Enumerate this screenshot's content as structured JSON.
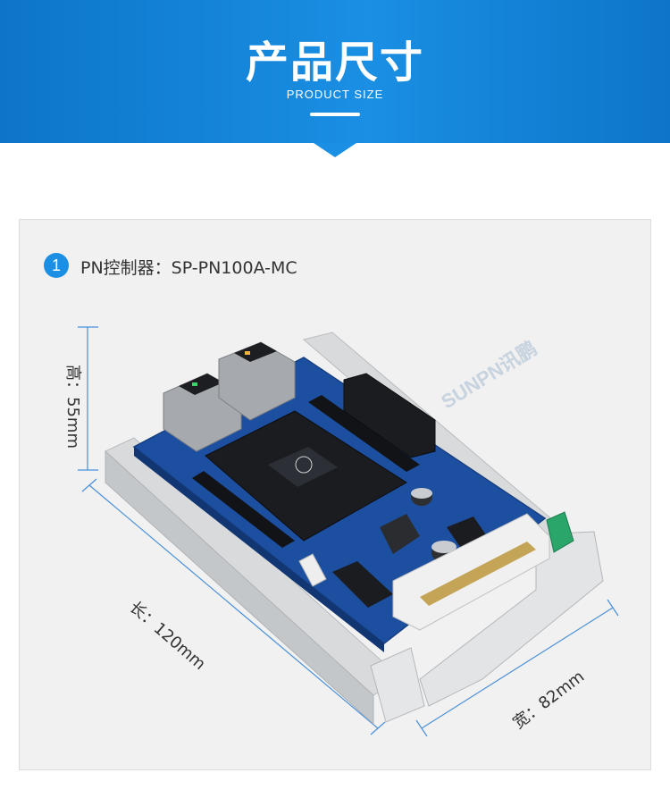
{
  "header": {
    "title": "产品尺寸",
    "subtitle": "PRODUCT SIZE"
  },
  "item": {
    "number": "1",
    "label": "PN控制器：SP-PN100A-MC"
  },
  "dimensions": {
    "height": "高：55mm",
    "length": "长：120mm",
    "width": "宽：82mm"
  },
  "logo": "SUNPN讯鹏",
  "colors": {
    "banner": "#1a8fe3",
    "dimension_line": "#4a90d9",
    "pcb": "#1d4fa0"
  }
}
